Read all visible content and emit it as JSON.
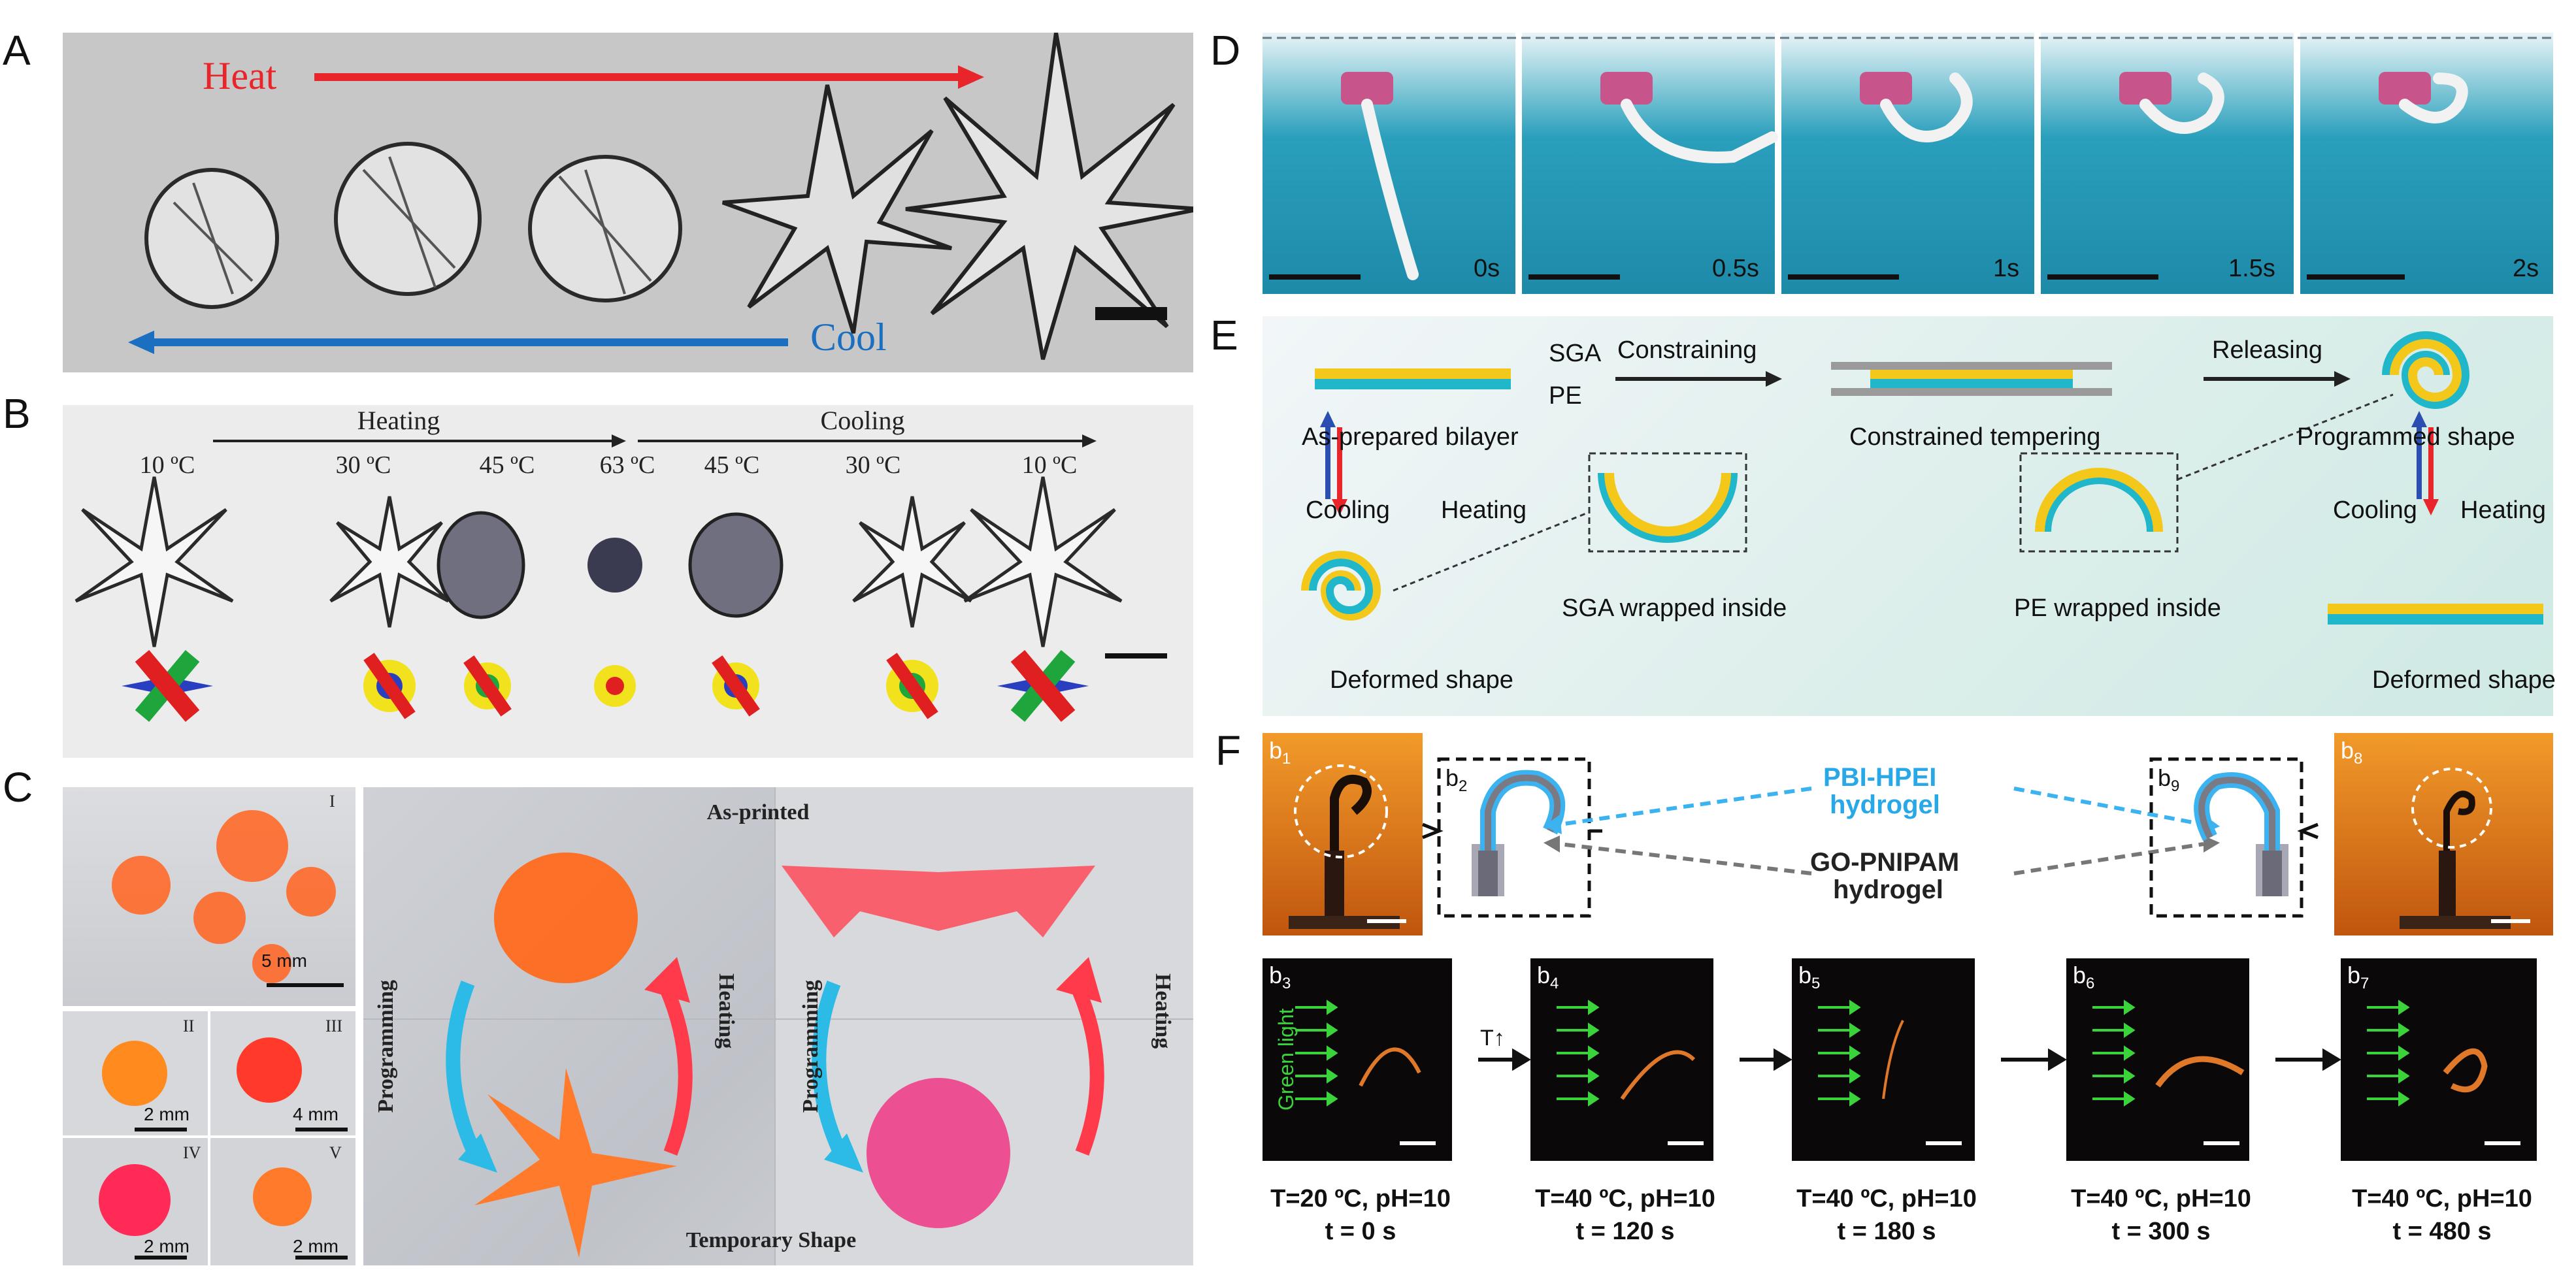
{
  "panels": {
    "A": {
      "label": "A",
      "heat": "Heat",
      "cool": "Cool",
      "colors": {
        "heat": "#e8252b",
        "cool": "#1b6fc0",
        "bg": "#c7c7c7"
      }
    },
    "B": {
      "label": "B",
      "heating": "Heating",
      "cooling": "Cooling",
      "temps": [
        "10 ºC",
        "30 ºC",
        "45 ºC",
        "63 ºC",
        "45 ºC",
        "30 ºC",
        "10 ºC"
      ]
    },
    "C": {
      "label": "C",
      "roman": [
        "I",
        "II",
        "III",
        "IV",
        "V"
      ],
      "scales": [
        "5 mm",
        "2 mm",
        "4 mm",
        "2 mm",
        "2 mm"
      ],
      "as_printed": "As-printed",
      "temporary": "Temporary Shape",
      "programming": "Programming",
      "heating": "Heating"
    },
    "D": {
      "label": "D",
      "times": [
        "0s",
        "0.5s",
        "1s",
        "1.5s",
        "2s"
      ]
    },
    "E": {
      "label": "E",
      "sga": "SGA",
      "pe": "PE",
      "constraining": "Constraining",
      "releasing": "Releasing",
      "as_prepared": "As-prepared bilayer",
      "constrained": "Constrained tempering",
      "programmed": "Programmed shape",
      "cooling": "Cooling",
      "heating": "Heating",
      "sga_inside": "SGA wrapped inside",
      "pe_inside": "PE wrapped inside",
      "deformed": "Deformed shape",
      "colors": {
        "sga": "#f4c81b",
        "pe": "#1fb7c9"
      }
    },
    "F": {
      "label": "F",
      "pbi_line1": "PBI-HPEI",
      "pbi_line2": "hydrogel",
      "go_line1": "GO-PNIPAM",
      "go_line2": "hydrogel",
      "green_light": "Green light",
      "t_up": "T↑",
      "subs": {
        "b1": "b",
        "b2": "b",
        "b3": "b",
        "b4": "b",
        "b5": "b",
        "b6": "b",
        "b7": "b",
        "b8": "b",
        "b9": "b"
      },
      "sub_idx": {
        "b1": "1",
        "b2": "2",
        "b3": "3",
        "b4": "4",
        "b5": "5",
        "b6": "6",
        "b7": "7",
        "b8": "8",
        "b9": "9"
      },
      "captions": [
        {
          "cond": "T=20 ºC, pH=10",
          "time": "t = 0 s"
        },
        {
          "cond": "T=40 ºC, pH=10",
          "time": "t = 120 s"
        },
        {
          "cond": "T=40 ºC, pH=10",
          "time": "t = 180 s"
        },
        {
          "cond": "T=40 ºC, pH=10",
          "time": "t = 300 s"
        },
        {
          "cond": "T=40 ºC, pH=10",
          "time": "t = 480 s"
        }
      ]
    }
  }
}
